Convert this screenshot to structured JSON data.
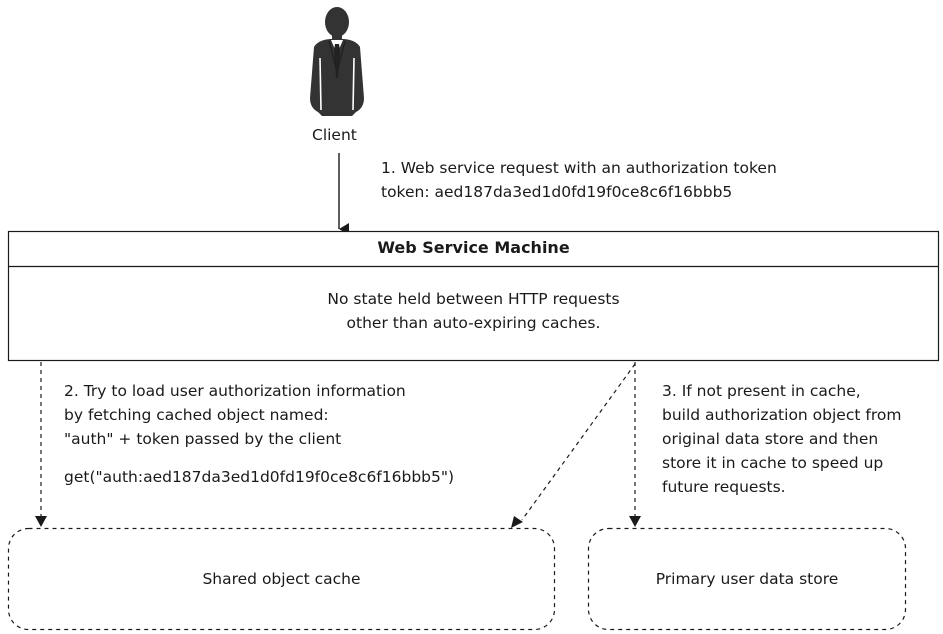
{
  "client": {
    "label": "Client"
  },
  "step1": {
    "line1": "1. Web service request with an authorization token",
    "line2": "token: aed187da3ed1d0fd19f0ce8c6f16bbb5"
  },
  "web_service": {
    "title": "Web Service Machine",
    "desc_line1": "No state held between HTTP requests",
    "desc_line2": "other than auto-expiring caches."
  },
  "step2": {
    "line1": "2. Try to load user authorization information",
    "line2": "by fetching cached object named:",
    "line3": "\"auth\" + token passed by the client",
    "code": "get(\"auth:aed187da3ed1d0fd19f0ce8c6f16bbb5\")"
  },
  "step3": {
    "line1": "3. If not present in cache,",
    "line2": "build authorization object from",
    "line3": "original data store and then",
    "line4": "store it in cache to speed up",
    "line5": "future requests."
  },
  "shared_cache": {
    "label": "Shared object cache"
  },
  "primary_store": {
    "label": "Primary user data store"
  },
  "colors": {
    "ink": "#1a1a1a",
    "figure": "#3a3a3a",
    "background": "#ffffff"
  },
  "icons": {
    "client": "person-icon"
  }
}
